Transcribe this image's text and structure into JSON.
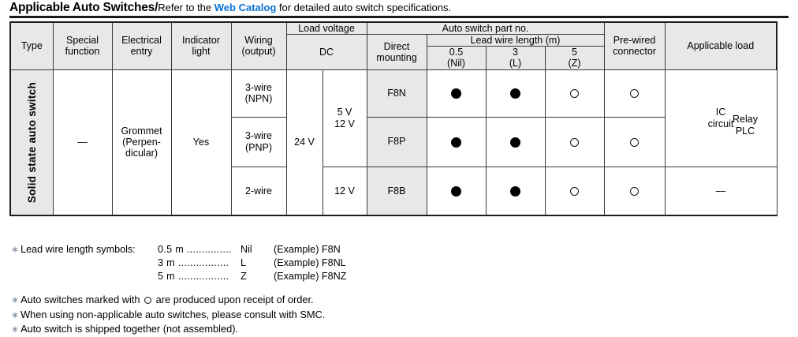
{
  "title": {
    "strong": "Applicable Auto Switches/",
    "before_link": "Refer to the ",
    "link": "Web Catalog",
    "after_link": " for detailed auto switch specifications."
  },
  "table": {
    "headers": {
      "type": "Type",
      "special_function": "Special\nfunction",
      "special_function_l1": "Special",
      "special_function_l2": "function",
      "electrical_entry_l1": "Electrical",
      "electrical_entry_l2": "entry",
      "indicator_light_l1": "Indicator",
      "indicator_light_l2": "light",
      "wiring_l1": "Wiring",
      "wiring_l2": "(output)",
      "load_voltage": "Load voltage",
      "dc": "DC",
      "auto_switch_part_no": "Auto switch part no.",
      "direct_mounting_l1": "Direct",
      "direct_mounting_l2": "mounting",
      "lead_wire_length": "Lead wire length (m)",
      "len_05_l1": "0.5",
      "len_05_l2": "(Nil)",
      "len_3_l1": "3",
      "len_3_l2": "(L)",
      "len_5_l1": "5",
      "len_5_l2": "(Z)",
      "pre_wired_l1": "Pre-wired",
      "pre_wired_l2": "connector",
      "applicable_load": "Applicable load"
    },
    "type_label": "Solid state auto switch",
    "special_function": "—",
    "electrical_entry_l1": "Grommet",
    "electrical_entry_l2": "(Perpen-",
    "electrical_entry_l3": "dicular)",
    "indicator_light": "Yes",
    "load_voltage_dc": "24 V",
    "rows": [
      {
        "wiring_l1": "3-wire",
        "wiring_l2": "(NPN)",
        "part_no": "F8N",
        "len_05": "filled",
        "len_3": "filled",
        "len_5": "open",
        "pre_wired": "open"
      },
      {
        "wiring_l1": "3-wire",
        "wiring_l2": "(PNP)",
        "part_no": "F8P",
        "len_05": "filled",
        "len_3": "filled",
        "len_5": "open",
        "pre_wired": "open"
      },
      {
        "wiring_l1": "2-wire",
        "wiring_l2": "",
        "part_no": "F8B",
        "len_05": "filled",
        "len_3": "filled",
        "len_5": "open",
        "pre_wired": "open"
      }
    ],
    "voltage_group_1_l1": "5 V",
    "voltage_group_1_l2": "12 V",
    "voltage_group_2": "12 V",
    "applicable_load_1_l1": "IC",
    "applicable_load_1_l2": "circuit",
    "applicable_load_2": "—",
    "applicable_load_all_l1": "Relay",
    "applicable_load_all_l2": "PLC"
  },
  "notes": {
    "asterisk": "∗",
    "lead_wire_heading": "Lead wire length symbols:",
    "lead_wire_rows": [
      {
        "length": "0.5 m",
        "dots": "...............",
        "symbol": "Nil",
        "example": "(Example) F8N"
      },
      {
        "length": "3 m",
        "dots": ".................",
        "symbol": "L",
        "example": "(Example) F8NL"
      },
      {
        "length": "5 m",
        "dots": ".................",
        "symbol": "Z",
        "example": "(Example) F8NZ"
      }
    ],
    "bottom": [
      {
        "pre": "Auto switches marked with ",
        "post": " are produced upon receipt of order."
      },
      {
        "pre": "When using non-applicable auto switches, please consult with SMC.",
        "post": ""
      },
      {
        "pre": "Auto switch is shipped together (not assembled).",
        "post": ""
      }
    ]
  },
  "colors": {
    "link": "#0b72d4",
    "header_fill": "#e8e8e8",
    "border": "#3a3a3a"
  }
}
